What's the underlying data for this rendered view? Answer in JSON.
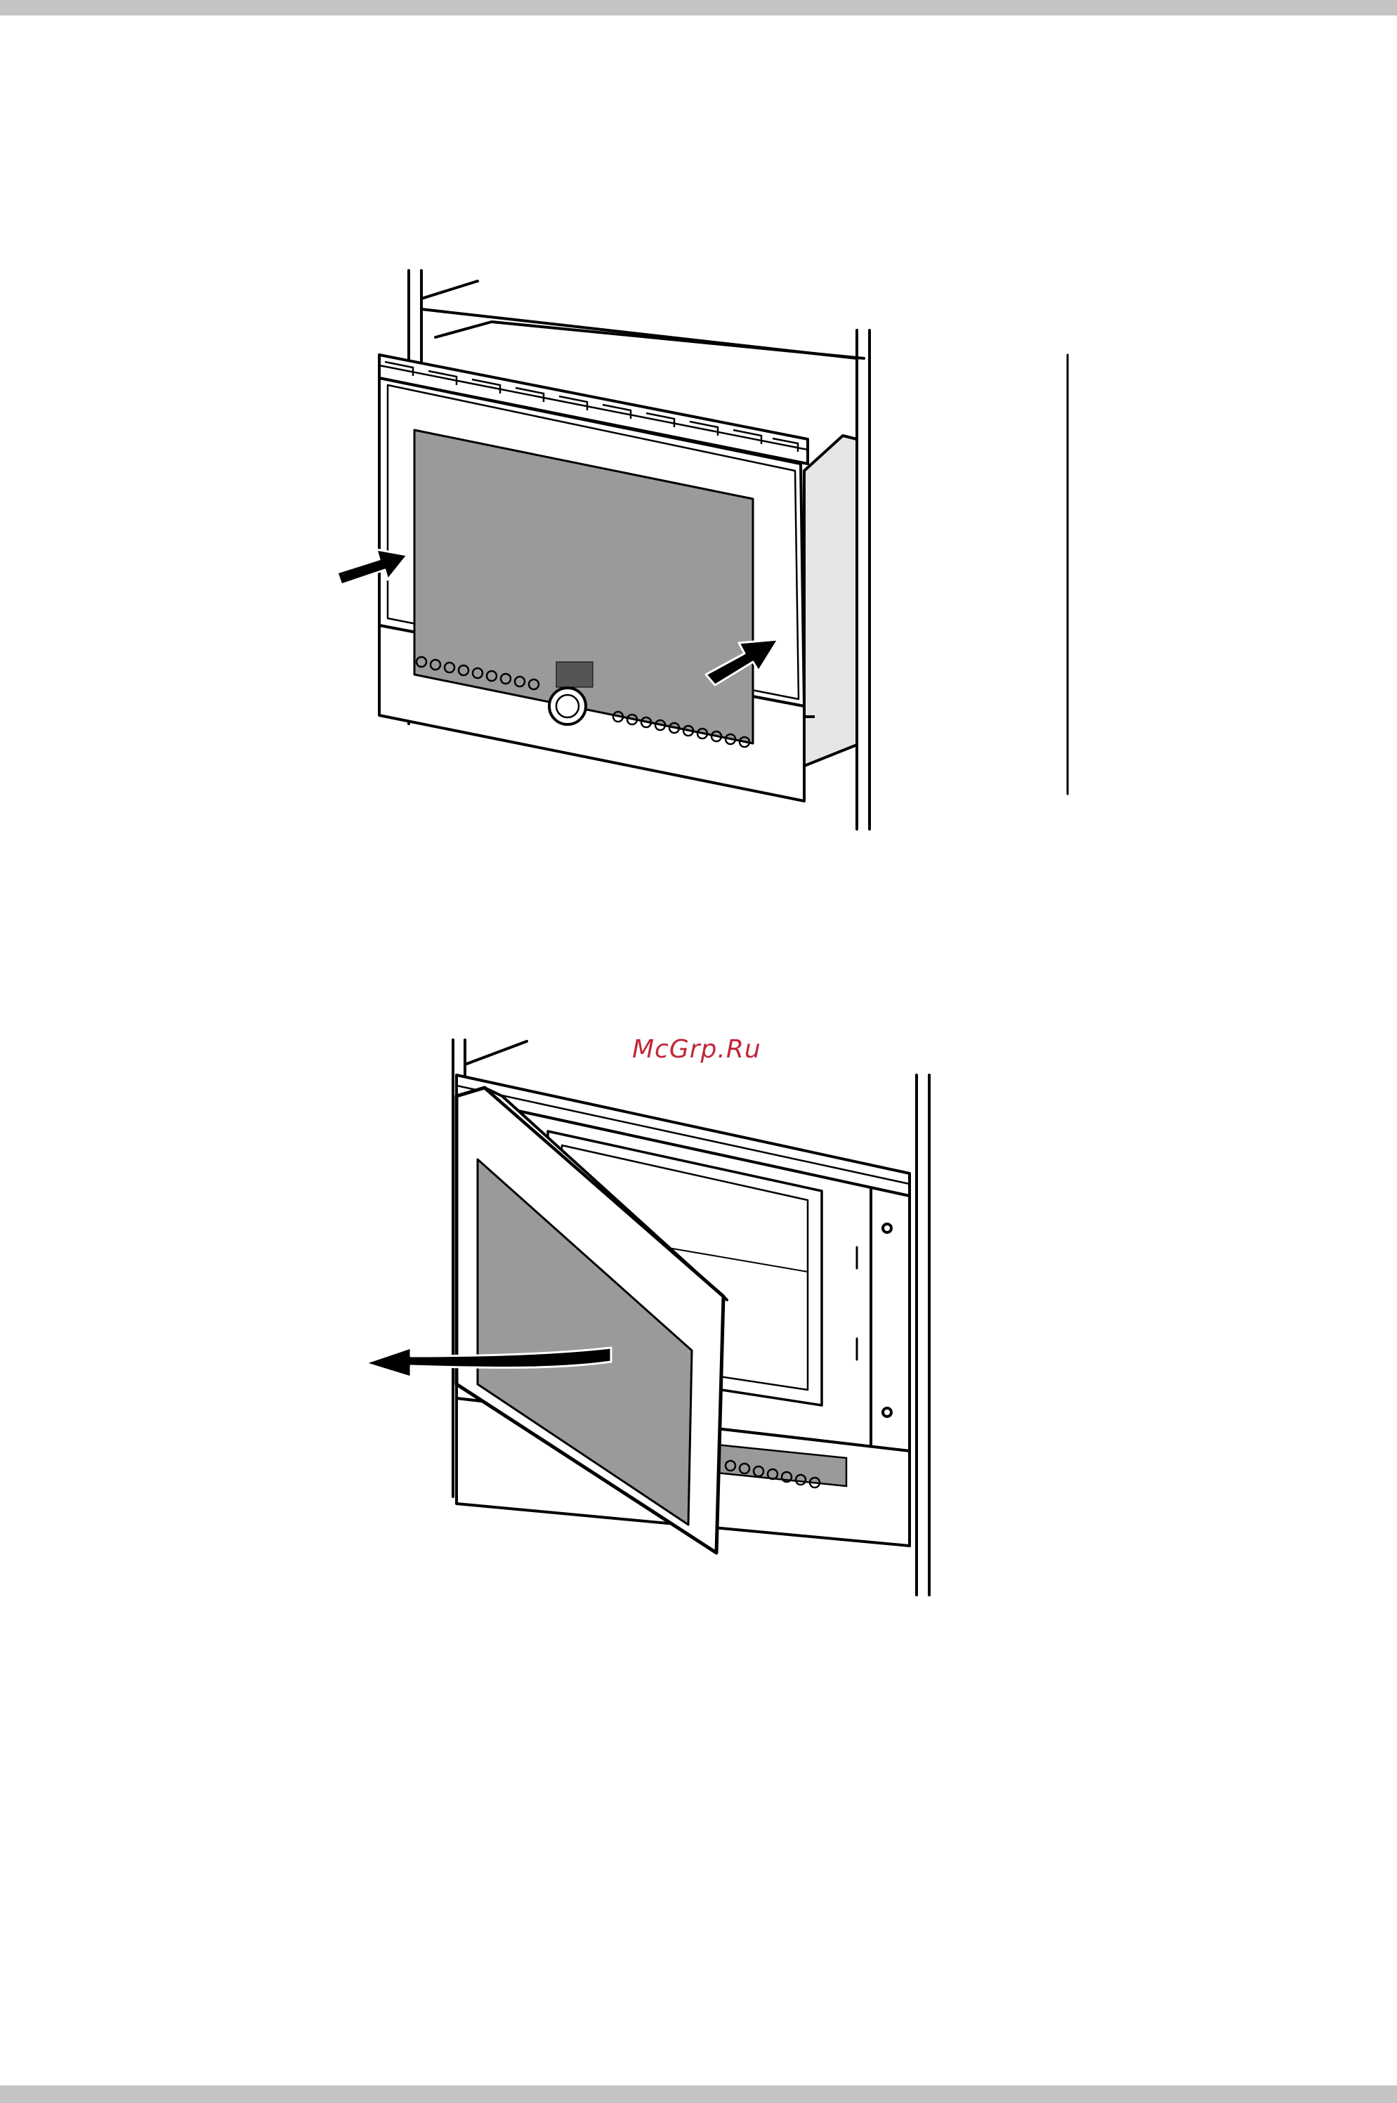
{
  "page": {
    "watermark": "McGrp.Ru",
    "colors": {
      "border_bar": "#c4c4c4",
      "ink": "#000000",
      "glass": "#9a9a9a",
      "side_panel": "#e6e6e6",
      "watermark": "#c0283a"
    }
  },
  "figures": [
    {
      "name": "insert-appliance-into-cabinet",
      "icons": [
        "push-arrow-icon",
        "push-arrow-icon"
      ]
    },
    {
      "name": "open-appliance-door",
      "icons": [
        "pull-arrow-icon"
      ]
    }
  ]
}
